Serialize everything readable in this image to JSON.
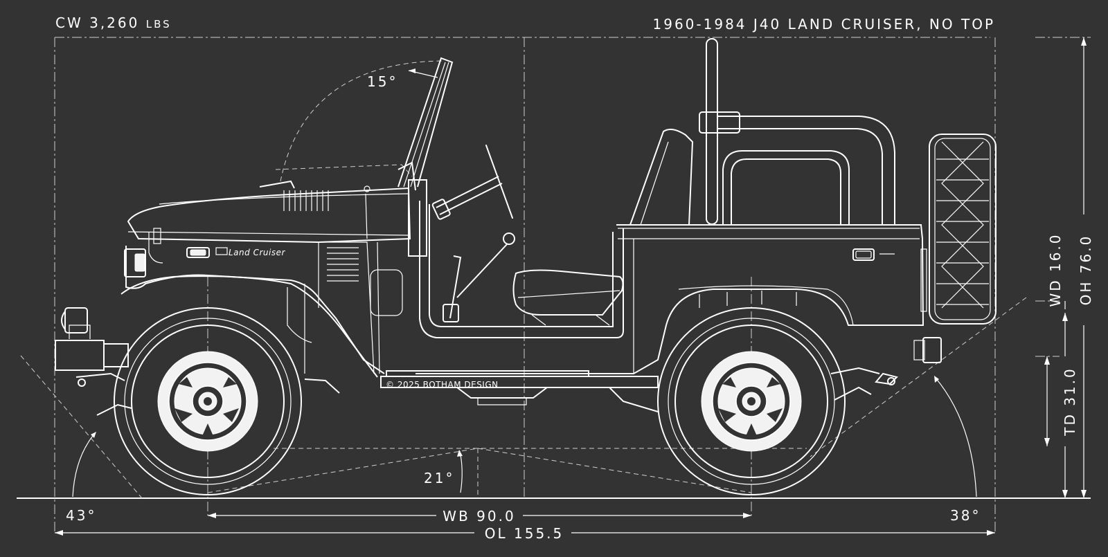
{
  "curb_weight": "CW 3,260",
  "curb_weight_unit": "LBS",
  "model_title": "1960-1984 J40 LAND CRUISER, NO TOP",
  "windshield_angle": "15°",
  "breakover_angle": "21°",
  "approach_angle": "43°",
  "departure_angle": "38°",
  "wheelbase": "WB 90.0",
  "overall_length": "OL 155.5",
  "wheel_diameter": "WD 16.0",
  "tire_diameter": "TD 31.0",
  "overall_height": "OH 76.0",
  "copyright": "© 2025 BOTHAM DESIGN",
  "badge_text": "Land Cruiser",
  "colors": {
    "background": "#333333",
    "lines": "#ffffff",
    "guides": "#cfcfcf"
  }
}
